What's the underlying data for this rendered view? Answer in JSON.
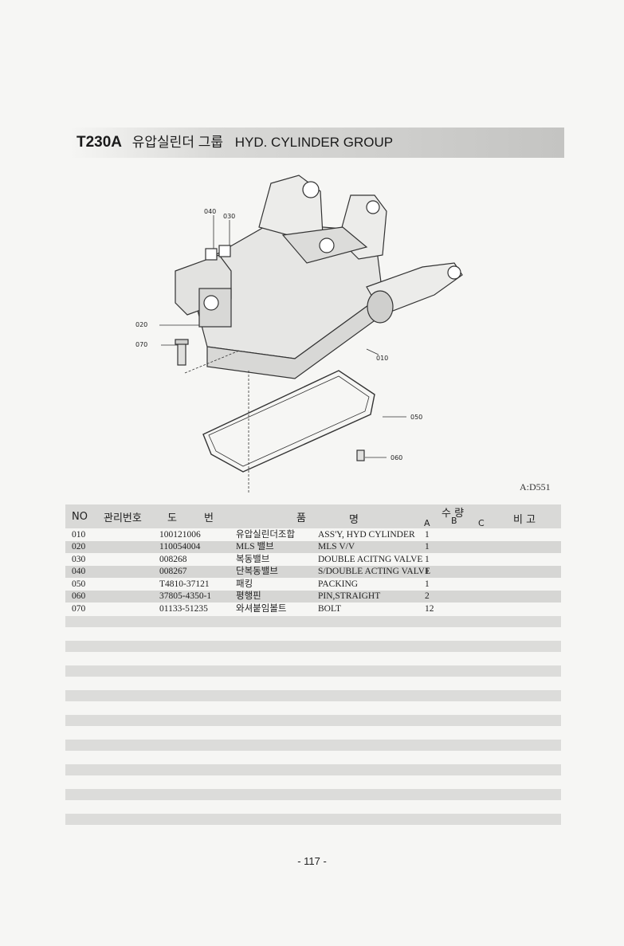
{
  "header": {
    "code": "T230A",
    "title_ko": "유압실린더 그룹",
    "title_en": "HYD. CYLINDER GROUP"
  },
  "diagram": {
    "ref": "A:D551",
    "callouts": {
      "c040": "040",
      "c030": "030",
      "c020": "020",
      "c070": "070",
      "c010": "010",
      "c050": "050",
      "c060": "060"
    }
  },
  "table": {
    "headers": {
      "no": "NO",
      "mgmt_no": "관리번호",
      "drawing": "도",
      "drawing2": "번",
      "name": "품",
      "name2": "명",
      "qty": "수 량",
      "qty_a": "A",
      "qty_b": "B",
      "qty_c": "C",
      "remarks": "비 고"
    },
    "rows": [
      {
        "no": "010",
        "part": "100121006",
        "name_ko": "유압실린더조합",
        "name_en": "ASS'Y, HYD CYLINDER",
        "qty": "1"
      },
      {
        "no": "020",
        "part": "110054004",
        "name_ko": "MLS 밸브",
        "name_en": "MLS V/V",
        "qty": "1"
      },
      {
        "no": "030",
        "part": "008268",
        "name_ko": "복동밸브",
        "name_en": "DOUBLE ACITNG VALVE",
        "qty": "1"
      },
      {
        "no": "040",
        "part": "008267",
        "name_ko": "단복동밸브",
        "name_en": "S/DOUBLE ACTING VALVE",
        "qty": "1"
      },
      {
        "no": "050",
        "part": "T4810-37121",
        "name_ko": "패킹",
        "name_en": "PACKING",
        "qty": "1"
      },
      {
        "no": "060",
        "part": "37805-4350-1",
        "name_ko": "평행핀",
        "name_en": "PIN,STRAIGHT",
        "qty": "2"
      },
      {
        "no": "070",
        "part": "01133-51235",
        "name_ko": "와셔붙임볼트",
        "name_en": "BOLT",
        "qty": "12"
      }
    ]
  },
  "footer": {
    "page": "- 117 -"
  }
}
